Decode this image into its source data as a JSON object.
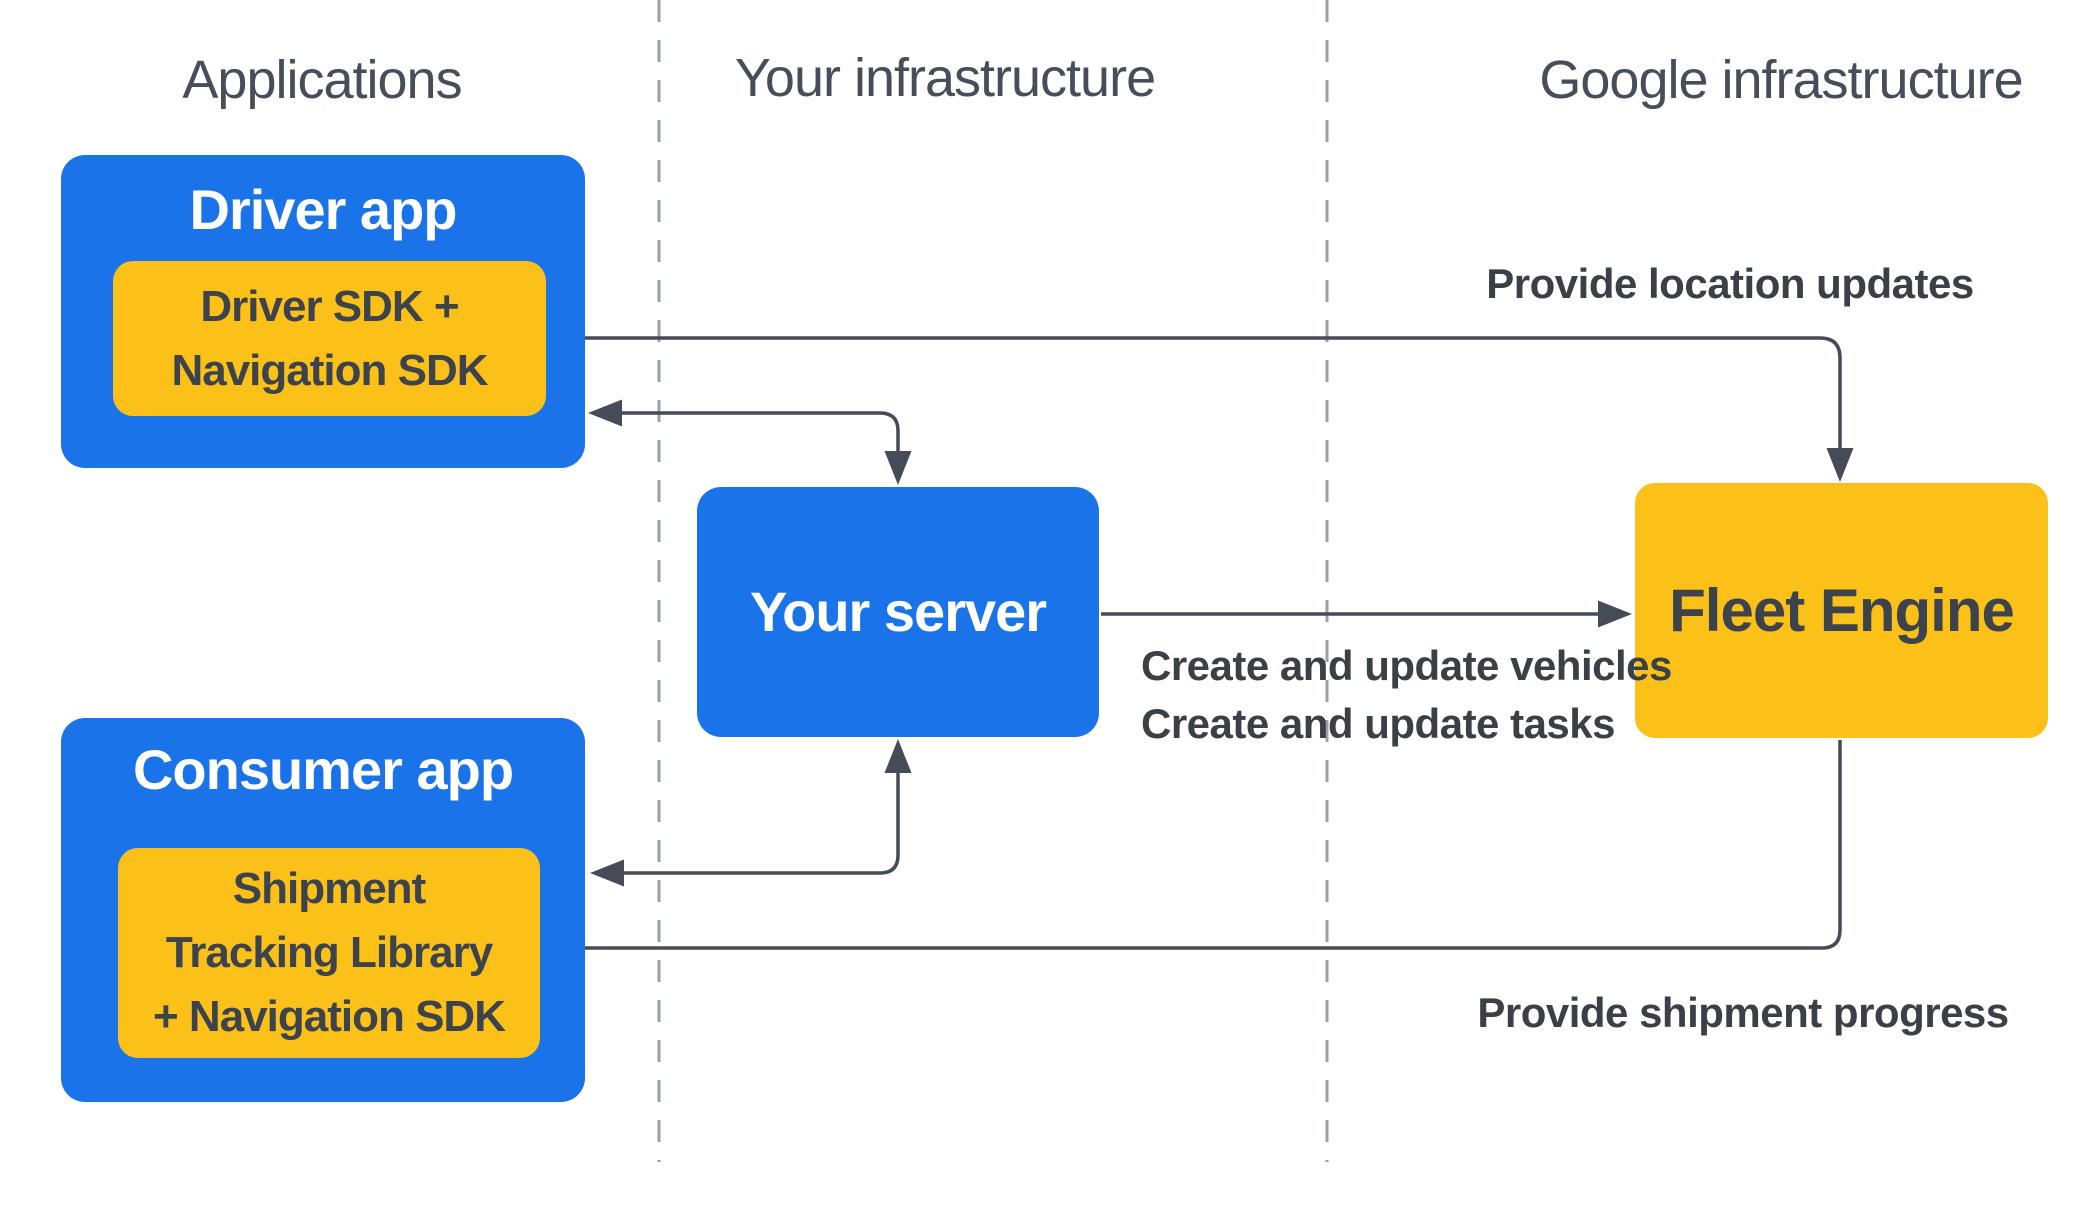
{
  "colors": {
    "canvas_bg": "#ffffff",
    "box_blue": "#1a73e8",
    "box_yellow": "#fcc119",
    "title_on_blue": "#ffffff",
    "dark_text": "#3c434d",
    "header_text": "#454e59",
    "label_text": "#3b4046",
    "arrow": "#454c57",
    "divider": "#9aa0a6"
  },
  "headers": {
    "applications": "Applications",
    "your_infrastructure": "Your infrastructure",
    "google_infrastructure": "Google infrastructure"
  },
  "nodes": {
    "driver_app": {
      "title": "Driver app",
      "sdk_line1": "Driver SDK +",
      "sdk_line2": "Navigation SDK"
    },
    "your_server": {
      "title": "Your server"
    },
    "fleet_engine": {
      "title": "Fleet Engine"
    },
    "consumer_app": {
      "title": "Consumer app",
      "lib_line1": "Shipment",
      "lib_line2": "Tracking Library",
      "lib_line3": "+ Navigation SDK"
    }
  },
  "edge_labels": {
    "provide_location_updates": "Provide location updates",
    "create_update_vehicles": "Create and update vehicles",
    "create_update_tasks": "Create and update tasks",
    "provide_shipment_progress": "Provide shipment progress"
  }
}
